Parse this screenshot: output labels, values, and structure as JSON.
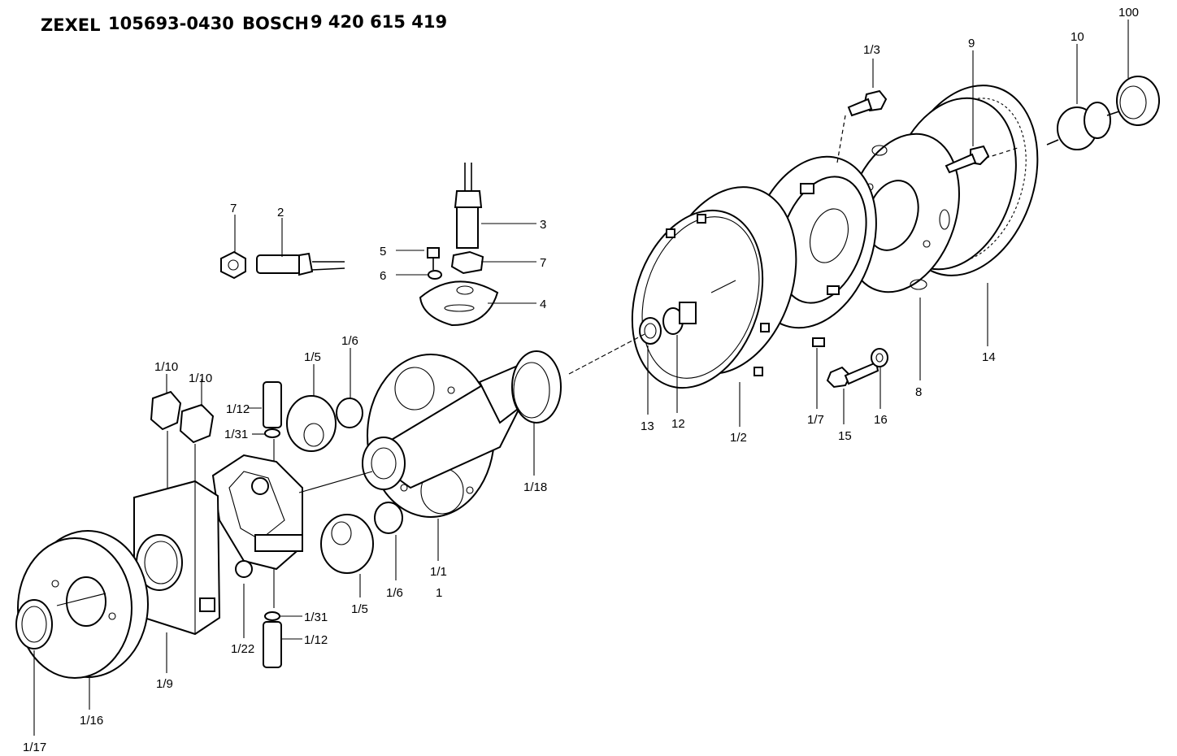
{
  "header": {
    "brand1": "ZEXEL",
    "part1": "105693-0430",
    "brand2": "BOSCH",
    "part2": "9 420 615 419"
  },
  "callouts": [
    "7",
    "2",
    "3",
    "5",
    "6",
    "7",
    "4",
    "1/10",
    "1/10",
    "1/12",
    "1/31",
    "1/5",
    "1/6",
    "1/18",
    "13",
    "12",
    "1/2",
    "1/7",
    "15",
    "16",
    "8",
    "14",
    "1/3",
    "9",
    "10",
    "100",
    "1/1",
    "1",
    "1/6",
    "1/5",
    "1/31",
    "1/12",
    "1/22",
    "1/9",
    "1/16",
    "1/17"
  ]
}
